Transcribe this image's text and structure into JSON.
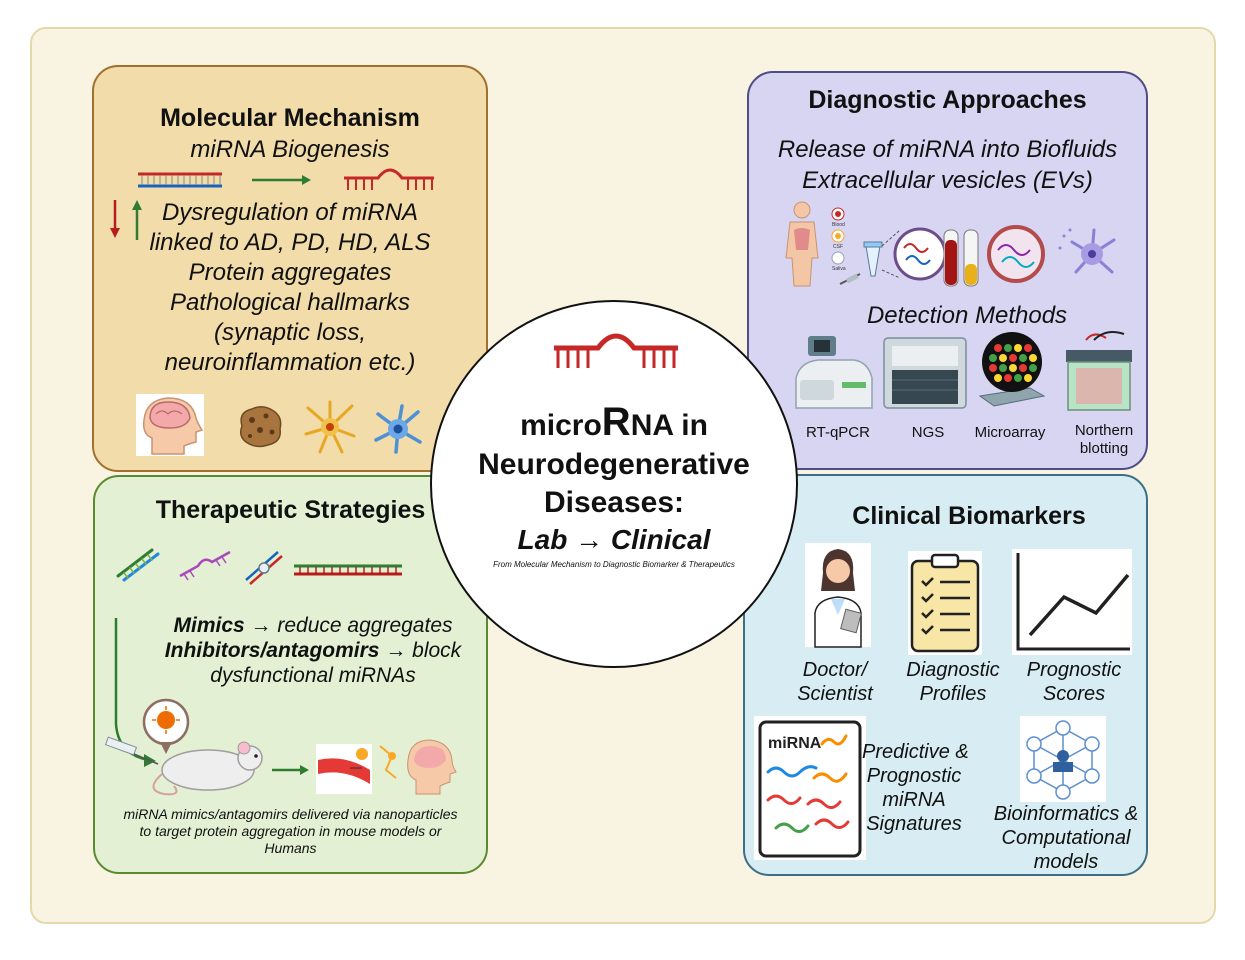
{
  "colors": {
    "mechanism": "#f1dcaa",
    "diagnostic": "#d8d5f3",
    "therapeutic": "#e3f0d3",
    "clinical": "#d8edf3",
    "mirna_red": "#c62828"
  },
  "center": {
    "title_prefix": "micro",
    "title_big": "R",
    "title_suffix": "NA in",
    "line2": "Neurodegenerative",
    "line3": "Diseases:",
    "line4": "Lab → Clinical",
    "caption": "From Molecular Mechanism to Diagnostic Biomarker & Therapeutics"
  },
  "mechanism": {
    "title": "Molecular Mechanism",
    "subtitle": "miRNA Biogenesis",
    "lines": [
      "Dysregulation of miRNA",
      "linked to AD, PD, HD, ALS",
      "Protein aggregates",
      "Pathological hallmarks",
      "(synaptic loss,",
      "neuroinflammation etc.)"
    ],
    "icons": [
      "brain-head-icon",
      "protein-aggregate-icon",
      "astrocyte-icon",
      "microglia-icon"
    ]
  },
  "diagnostic": {
    "title": "Diagnostic Approaches",
    "lines": [
      "Release of miRNA into Biofluids",
      "Extracellular vesicles (EVs)"
    ],
    "body_labels": [
      "Blood",
      "CSF",
      "Saliva"
    ],
    "detection_title": "Detection Methods",
    "methods": [
      "RT-qPCR",
      "NGS",
      "Microarray",
      "Northern",
      "blotting"
    ]
  },
  "therapeutic": {
    "title": "Therapeutic Strategies",
    "mimics_bold": "Mimics",
    "mimics_text": " → reduce aggregates",
    "inhib_bold": "Inhibitors/antagomirs",
    "inhib_text": " → block",
    "inhib_line2": "dysfunctional miRNAs",
    "caption": [
      "miRNA mimics/antagomirs delivered via nanoparticles",
      "to target protein aggregation in mouse models or",
      "Humans"
    ]
  },
  "clinical": {
    "title": "Clinical Biomarkers",
    "items": [
      {
        "l1": "Doctor/",
        "l2": "Scientist"
      },
      {
        "l1": "Diagnostic",
        "l2": "Profiles"
      },
      {
        "l1": "Prognostic",
        "l2": "Scores"
      }
    ],
    "sig_card_label": "miRNA",
    "signatures": [
      "Predictive &",
      "Prognostic",
      "miRNA",
      "Signatures"
    ],
    "bioinfo": [
      "Bioinformatics &",
      "Computational",
      "models"
    ]
  }
}
